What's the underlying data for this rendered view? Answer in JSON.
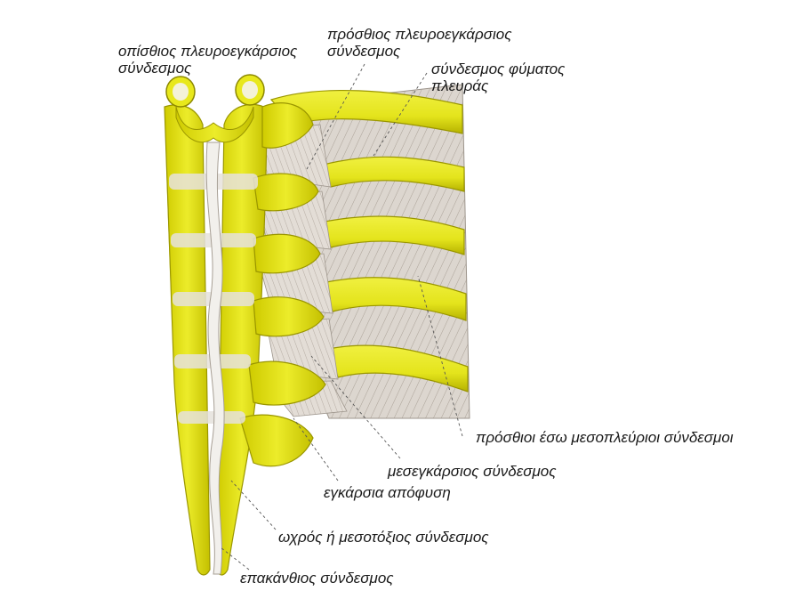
{
  "colors": {
    "bone": "#e8e81c",
    "bone_dark": "#b9b400",
    "ligament": "#dcd6cf",
    "ligament_fiber": "#9d958c",
    "leader": "#555555",
    "text": "#1a1a1a"
  },
  "labels": {
    "posterior_costotransverse": [
      "οπίσθιος πλευροεγκάρσιος",
      "σύνδεσμος"
    ],
    "anterior_costotransverse": [
      "πρόσθιος πλευροεγκάρσιος",
      "σύνδεσμος"
    ],
    "tubercle_ligament": [
      "σύνδεσμος φύματος",
      "πλευράς"
    ],
    "internal_intercostal": "πρόσθιοι έσω μεσοπλεύριοι σύνδεσμοι",
    "intertransverse": "μεσεγκάρσιος σύνδεσμος",
    "transverse_process": "εγκάρσια απόφυση",
    "ligamentum_flavum": "ωχρός ή μεσοτόξιος σύνδεσμος",
    "supraspinous": "επακάνθιος σύνδεσμος"
  }
}
